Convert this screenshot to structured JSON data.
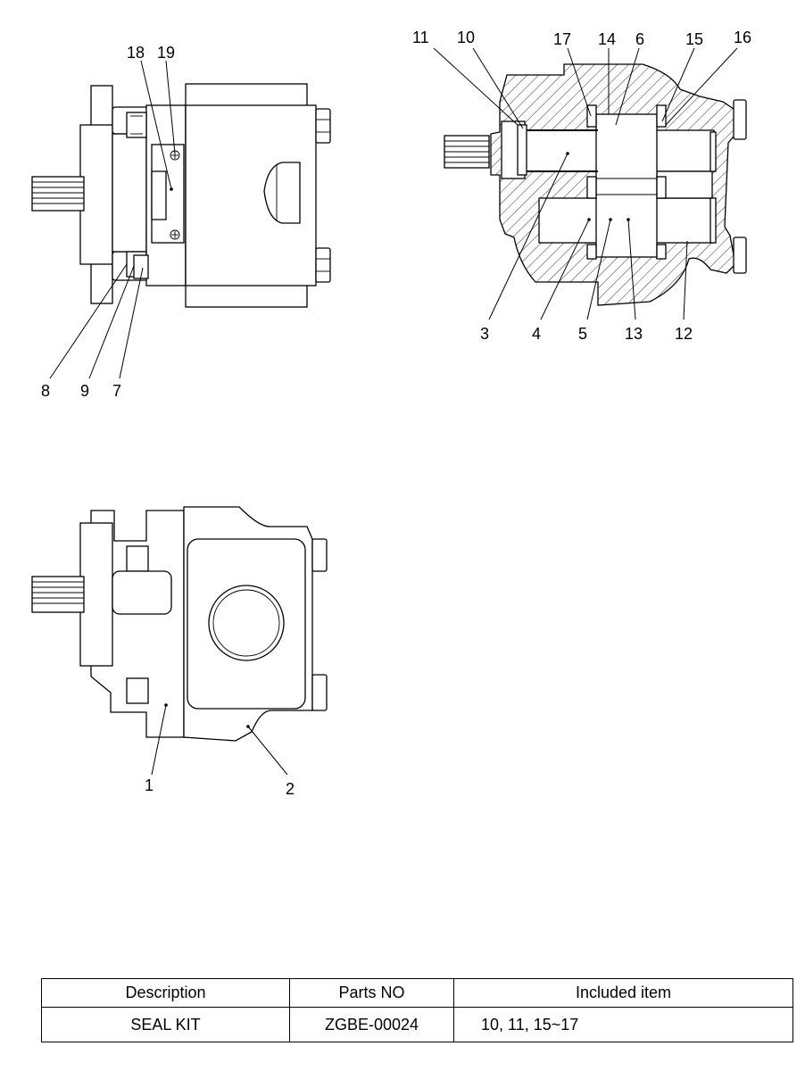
{
  "diagram": {
    "callouts_top_left": [
      "18",
      "19",
      "8",
      "9",
      "7"
    ],
    "callouts_top_right": [
      "11",
      "10",
      "17",
      "14",
      "6",
      "15",
      "16",
      "3",
      "4",
      "5",
      "13",
      "12"
    ],
    "callouts_bottom": [
      "1",
      "2"
    ]
  },
  "table": {
    "headers": [
      "Description",
      "Parts NO",
      "Included item"
    ],
    "row": {
      "description": "SEAL KIT",
      "parts_no": "ZGBE-00024",
      "included": "10, 11, 15~17"
    }
  }
}
